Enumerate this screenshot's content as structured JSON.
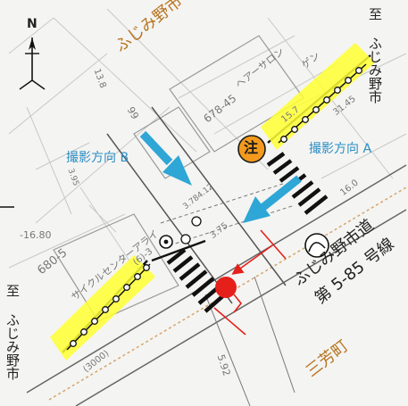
{
  "compass": {
    "label": "N"
  },
  "labels": {
    "to_fujimino_top": "至 ふじみ野市",
    "to_fujimino_left": "至 ふじみ野市",
    "fujimino_area": "ふじみ野市",
    "direction_a": "撮影方向 A",
    "direction_b": "撮影方向 B",
    "road_name_line1": "ふじみ野市道",
    "road_name_line2": "第 5-85 号線",
    "miyoshi_town": "三芳町",
    "caution": "注"
  },
  "plan_text": {
    "lot_678_45": "678-45",
    "hair_salon": "ヘアーサロン",
    "gen": "ゲン",
    "lot_680_5": "680-5",
    "cycle_center": "サイクルセンターアライ",
    "n16_80": "-16.80",
    "n6_3": "(6)-3",
    "n3000": "(3000)",
    "n5_92": "5.92",
    "n3_75": "3.75",
    "n15_7": "15.7",
    "n31_45": "31.45",
    "n3_784": "3.784.12",
    "n16_0": "16.0",
    "n99": "99",
    "n395": "3.95",
    "n13_8": "13.8"
  },
  "colors": {
    "highlight": "#ffff33",
    "arrow": "#2ea6d6",
    "marker": "#e5201a",
    "caution_fill": "#f39a1e",
    "label_brown": "#b8741e",
    "label_blue": "#2c8fc4"
  }
}
